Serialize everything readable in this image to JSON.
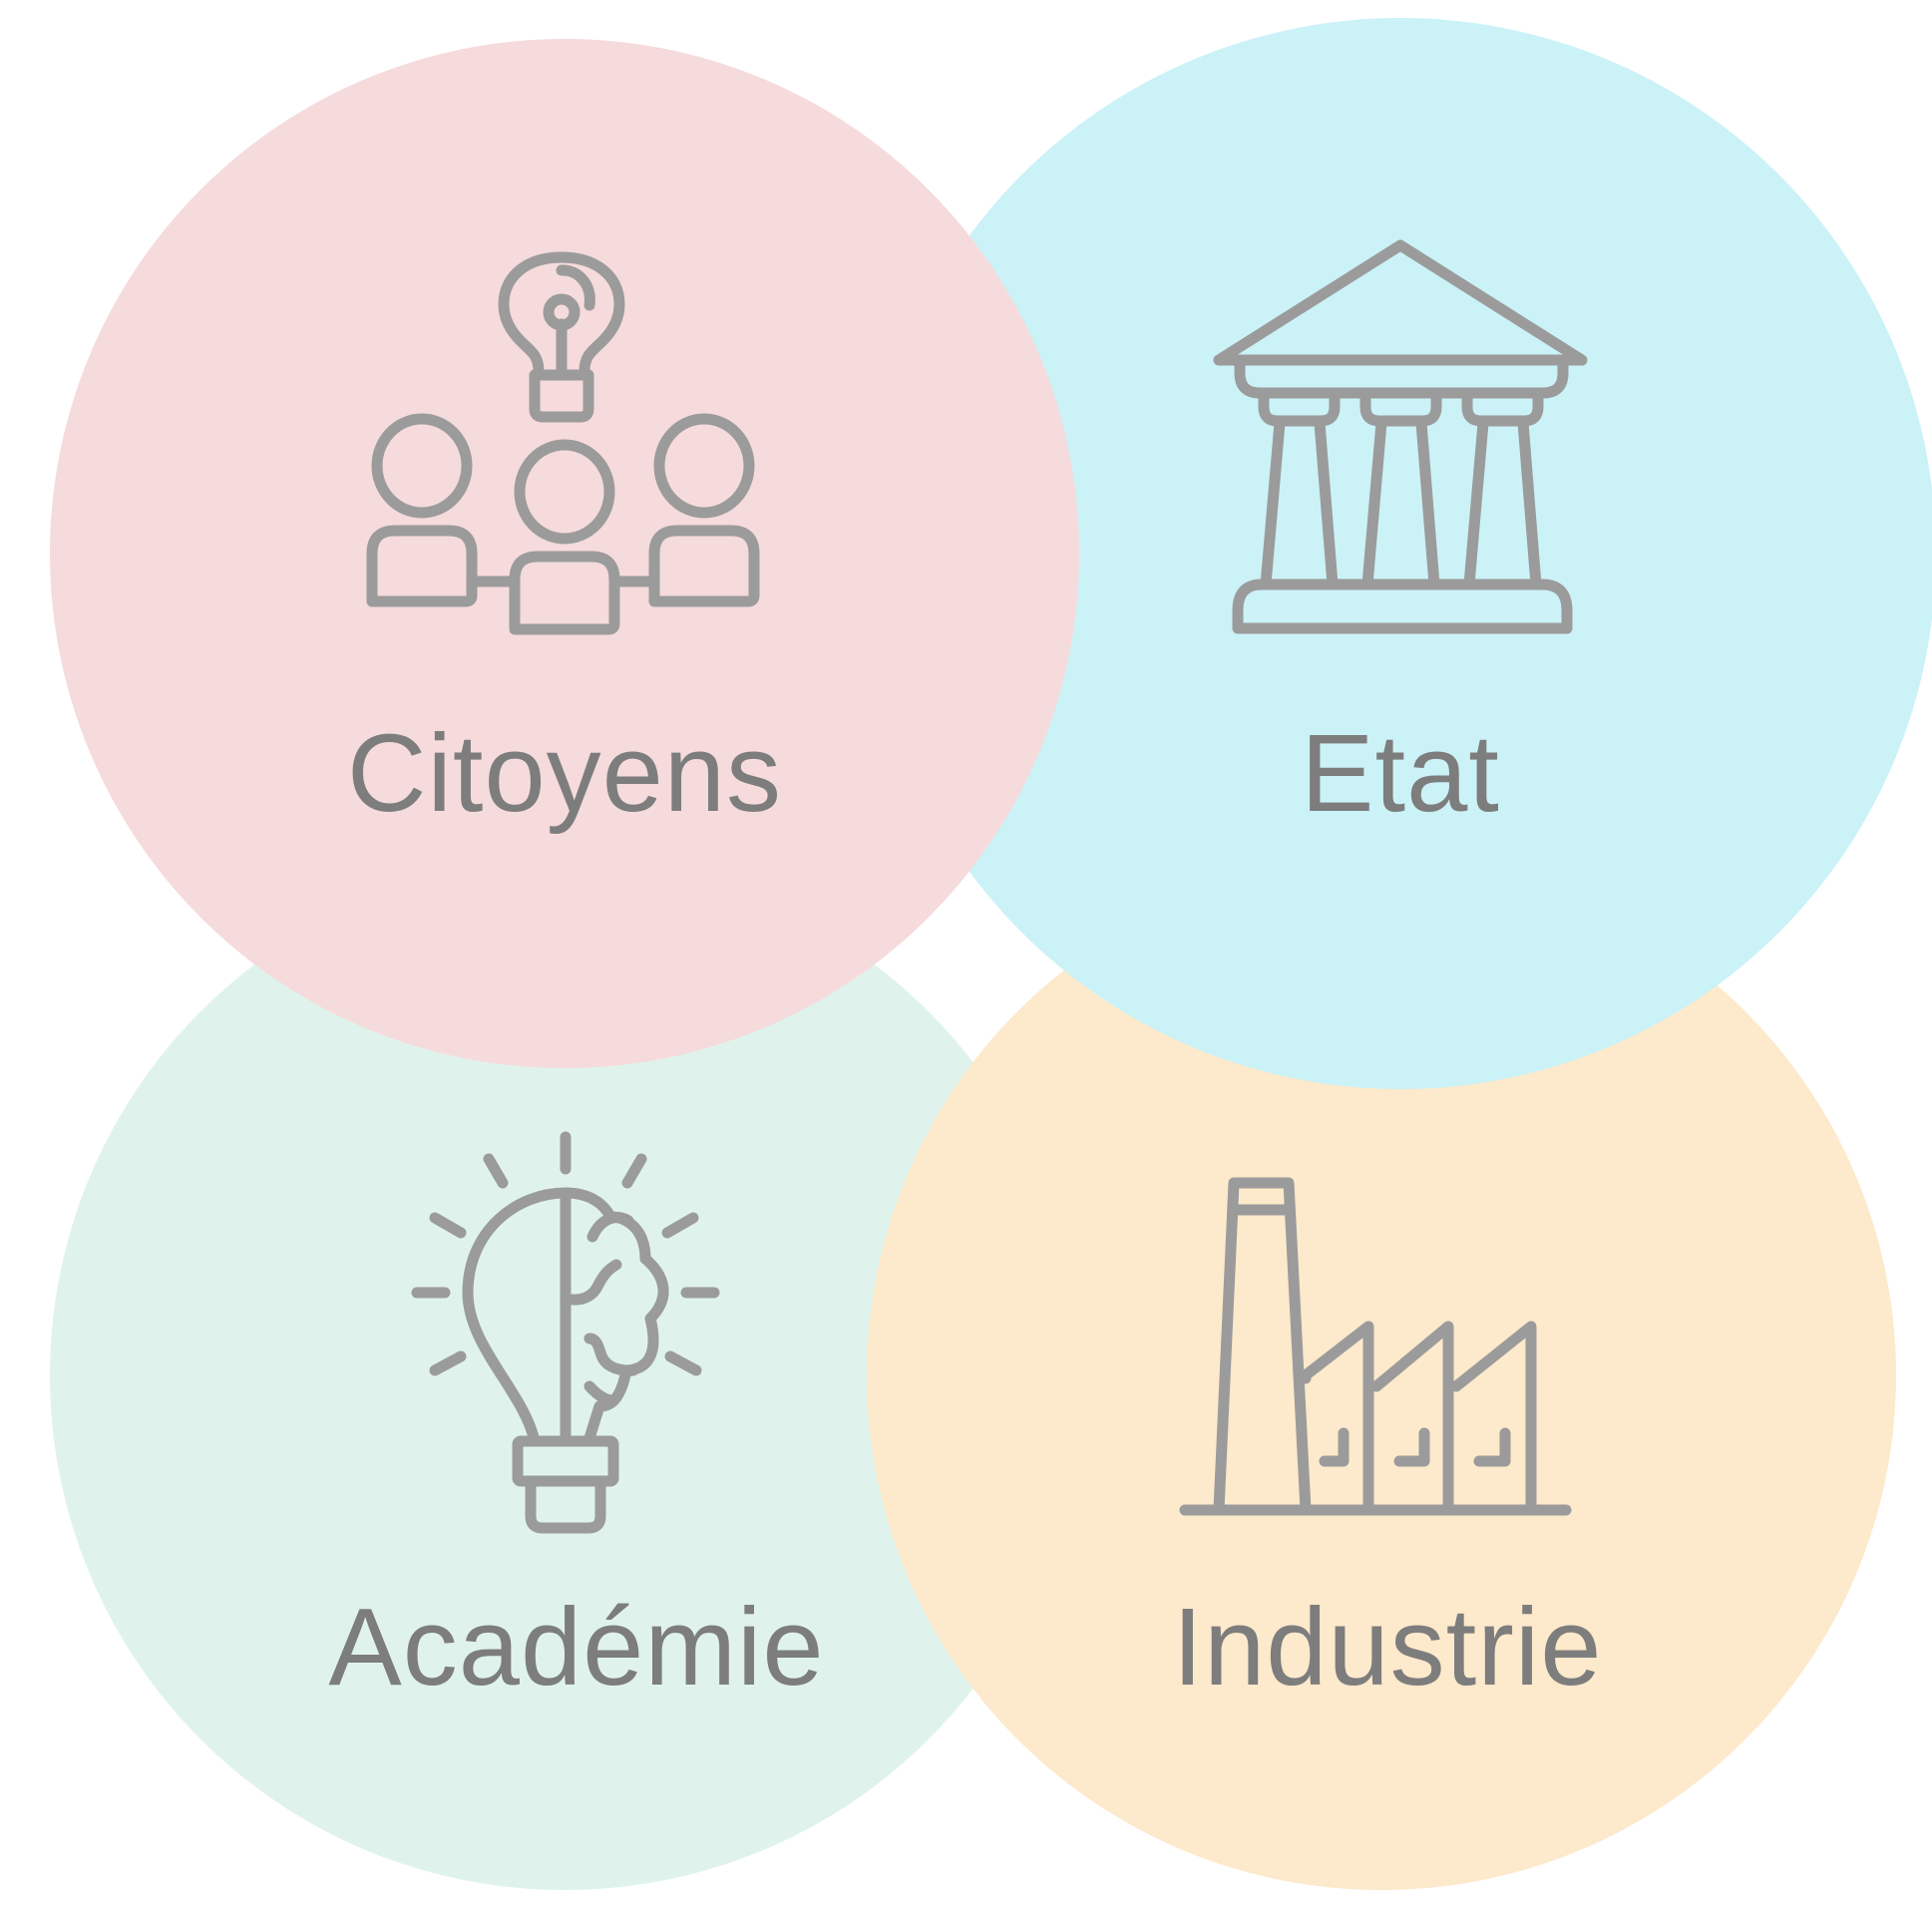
{
  "quadrants": [
    {
      "label": "Citoyens",
      "icon": "people-idea-icon",
      "color": "#f6dbdc"
    },
    {
      "label": "Etat",
      "icon": "government-building-icon",
      "color": "#cbf2f7"
    },
    {
      "label": "Académie",
      "icon": "brain-lightbulb-icon",
      "color": "#dff3ec"
    },
    {
      "label": "Industrie",
      "icon": "factory-icon",
      "color": "#fde9cb"
    }
  ]
}
